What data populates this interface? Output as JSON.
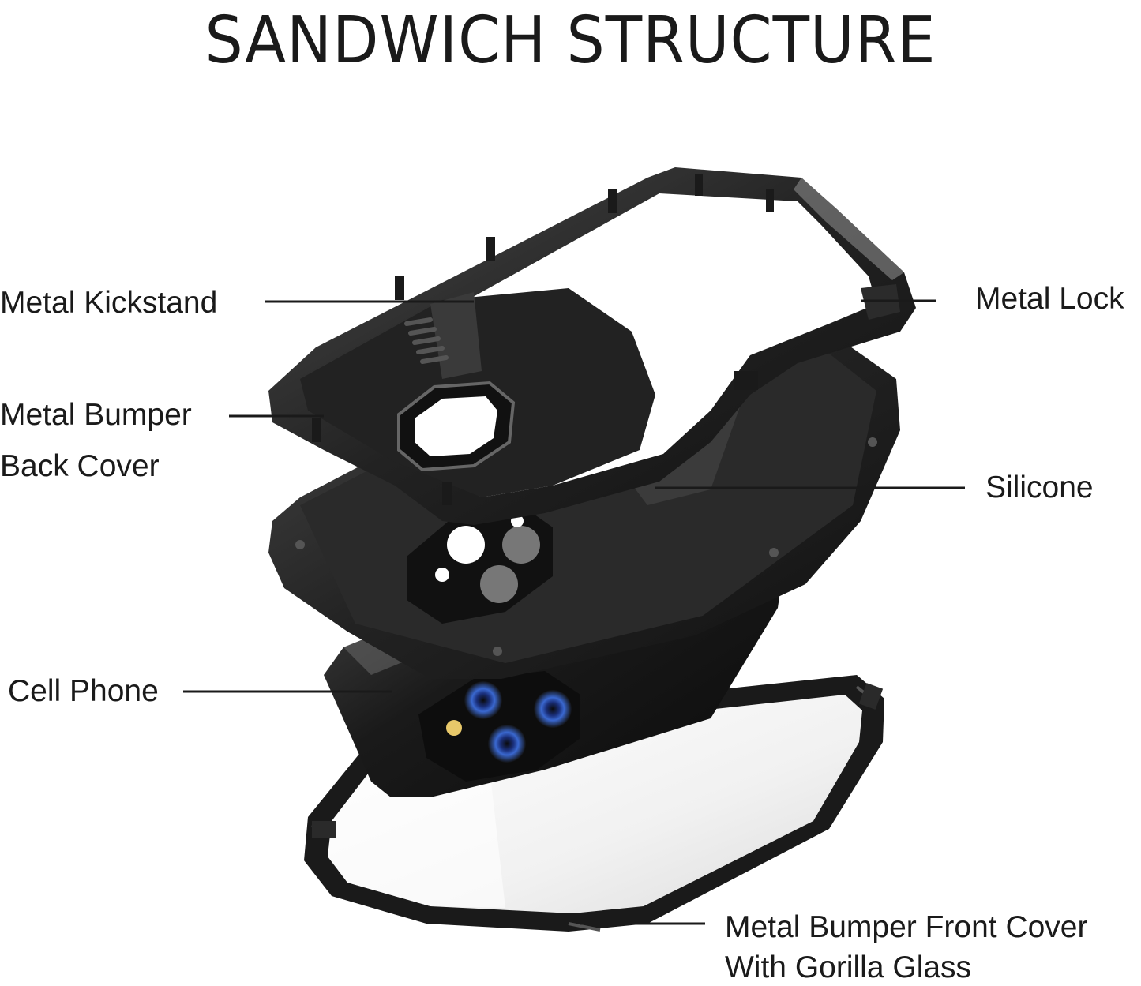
{
  "title": "SANDWICH STRUCTURE",
  "labels": {
    "metal_kickstand": "Metal Kickstand",
    "metal_lock": "Metal Lock",
    "metal_bumper_back_cover": [
      "Metal Bumper",
      "Back Cover"
    ],
    "silicone": "Silicone",
    "cell_phone": "Cell Phone",
    "metal_bumper_front_cover": [
      "Metal Bumper Front Cover",
      "With Gorilla Glass"
    ]
  },
  "colors": {
    "metal_dark": "#1c1c1c",
    "metal_mid": "#3a3a3a",
    "metal_light": "#7a7a7a",
    "glass": "#f2f2f2",
    "lens": "#2a4ea0"
  }
}
